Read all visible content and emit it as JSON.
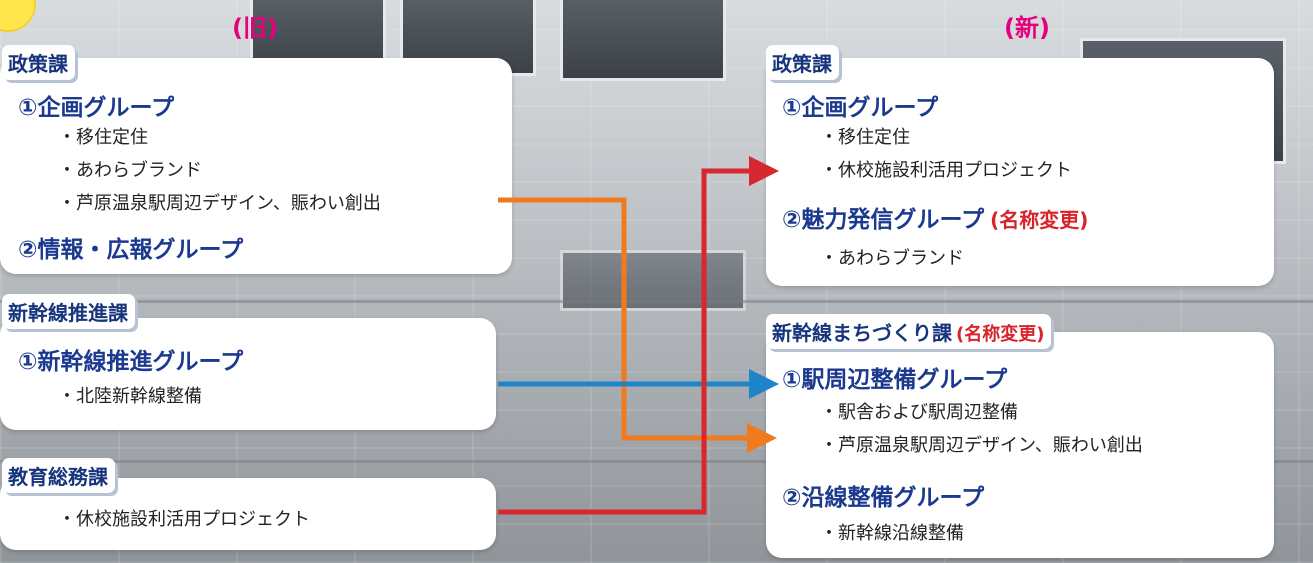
{
  "headers": {
    "old": "(旧)",
    "new": "(新)"
  },
  "old": {
    "seisaku": {
      "dept": "政策課",
      "g1": "①企画グループ",
      "g1_items": [
        "・移住定住",
        "・あわらブランド",
        "・芦原温泉駅周辺デザイン、賑わい創出"
      ],
      "g2": "②情報・広報グループ"
    },
    "shinkansen": {
      "dept": "新幹線推進課",
      "g1": "①新幹線推進グループ",
      "g1_items": [
        "・北陸新幹線整備"
      ]
    },
    "kyoiku": {
      "dept": "教育総務課",
      "items": [
        "・休校施設利活用プロジェクト"
      ]
    }
  },
  "new": {
    "seisaku": {
      "dept": "政策課",
      "g1": "①企画グループ",
      "g1_items": [
        "・移住定住",
        "・休校施設利活用プロジェクト"
      ],
      "g2": "②魅力発信グループ",
      "g2_note": "(名称変更)",
      "g2_items": [
        "・あわらブランド"
      ]
    },
    "machizukuri": {
      "dept": "新幹線まちづくり課",
      "dept_note": "(名称変更)",
      "g1": "①駅周辺整備グループ",
      "g1_items": [
        "・駅舎および駅周辺整備",
        "・芦原温泉駅周辺デザイン、賑わい創出"
      ],
      "g2": "②沿線整備グループ",
      "g2_items": [
        "・新幹線沿線整備"
      ]
    }
  },
  "colors": {
    "arrow_orange": "#f07a1e",
    "arrow_blue": "#1e86c8",
    "arrow_red": "#d7282f",
    "header_pink": "#e6007e",
    "group_blue": "#1b3a8f",
    "note_red": "#d8232a"
  }
}
